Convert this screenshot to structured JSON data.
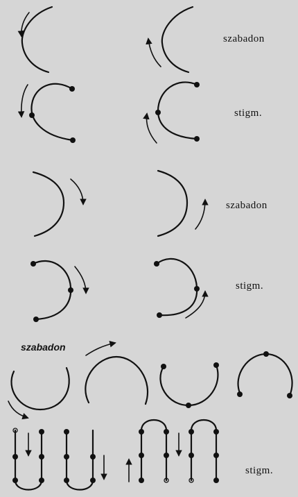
{
  "labels": {
    "row1": "szabadon",
    "row2": "stigm.",
    "row3": "szabadon",
    "row4": "stigm.",
    "row5": "szabadon",
    "row6": "stigm."
  },
  "colors": {
    "background": "#d6d6d6",
    "ink": "#111111"
  }
}
